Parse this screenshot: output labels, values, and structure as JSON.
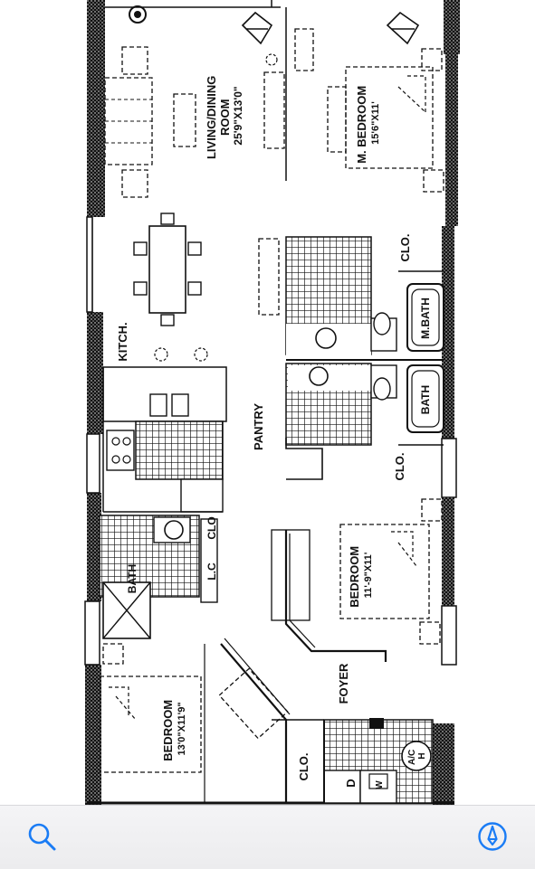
{
  "floorplan": {
    "rooms": {
      "living_dining": [
        "LIVING/DINING",
        "ROOM",
        "25'9\"X13'0\""
      ],
      "master_bedroom": [
        "M. BEDROOM",
        "15'6\"X11'"
      ],
      "bedroom_2": [
        "BEDROOM",
        "11'-9\"X11'"
      ],
      "bedroom_3": [
        "BEDROOM",
        "13'0\"X11'9\""
      ]
    },
    "labels": {
      "kitchen": "KITCH.",
      "pantry": "PANTRY",
      "foyer": "FOYER",
      "m_bath": "M.BATH",
      "bath": "BATH",
      "bath_small": "BATH",
      "clo_top": "CLO.",
      "clo_middle": "CLO.",
      "clo_bottom": "CLO.",
      "clo_side": "CLO",
      "lc": "L.C",
      "ac_top": "A/C",
      "ac_bottom": "H",
      "dryer": "D",
      "washer": "W"
    }
  },
  "toolbar": {
    "search_icon": "search-icon",
    "markup_icon": "markup-pen-icon",
    "accent_color": "#1a7cf5"
  }
}
